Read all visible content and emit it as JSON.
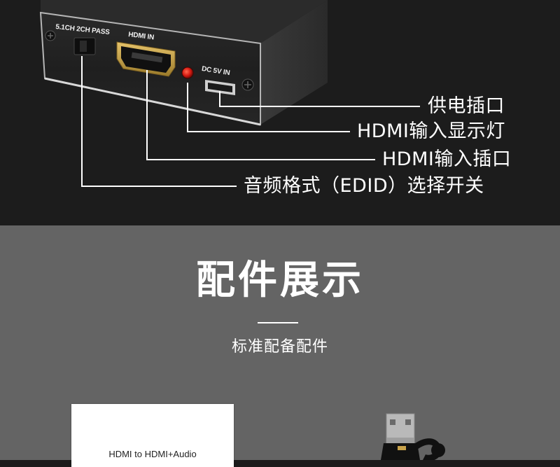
{
  "device_panel": {
    "switch_label": "5.1CH  2CH PASS",
    "hdmi_port_label": "HDMI IN",
    "power_port_label": "DC 5V IN"
  },
  "callouts": [
    {
      "text": "供电插口"
    },
    {
      "text": "HDMI输入显示灯"
    },
    {
      "text": "HDMI输入插口"
    },
    {
      "text": "音频格式（EDID）选择开关"
    }
  ],
  "accessories": {
    "title": "配件展示",
    "subtitle": "标准配备配件",
    "manual_title": "HDMI to HDMI+Audio"
  },
  "colors": {
    "top_background": "#1c1c1c",
    "bottom_background": "#646464",
    "callout_line": "#ffffff",
    "indicator_led": "#d61a12",
    "hdmi_port_gold": "#c8a24a"
  }
}
